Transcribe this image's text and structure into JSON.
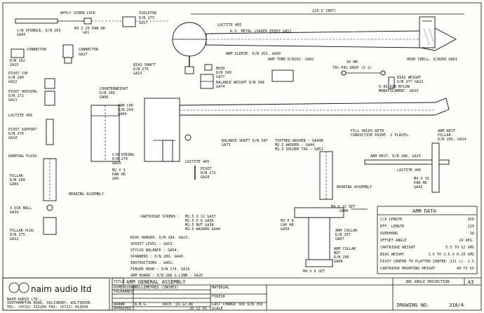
{
  "labels": {
    "apply_screw_lock": "APPLY SCREW LOCK",
    "isolator": "ISOLATOR",
    "isolator_dn": "D/N 273",
    "isolator_ga": "GA17",
    "m3_pan_hd": "M3 X 25 PAN HD",
    "m3_pan_hd_ga": "GA1",
    "ce_spindle": "C/W SPINDLE, D/N 265",
    "ce_spindle_ga": "GA05",
    "ref_dim": "224.5 (REF)",
    "loctite_top": "LOCTITE 405",
    "rs_metal": "R.S. METAL LOADED EPOXY GA51",
    "connector1": "CONNECTOR",
    "connector1_dn": "D/N 262",
    "connector1_ga": "GA15",
    "connector2": "CONNECTOR",
    "connector2_ga": "GA27",
    "arm_sleeve": "ARM SLEEVE. D/N 263, GA03",
    "arm_tube": "ARM TUBE  D/N262. GA02",
    "head_shell": "HEAD SHELL. D/N260 GA01",
    "bias_shaft": "BIAS SHAFT",
    "bias_shaft_dn": "D/N 276",
    "bias_shaft_ga": "GA13",
    "bush": "BUSH",
    "bush_dn": "D/N 349",
    "bush_ga": "GA77",
    "balance_weight": "BALANCE WEIGHT D/N 348",
    "balance_weight_ga": "GA74",
    "pivot_cup": "PIVOT CUP",
    "pivot_cup_dn": "D/N 280",
    "pivot_cup_ga": "GA22",
    "pivot_housing": "PIVOT HOUSING",
    "pivot_housing_dn": "D/N 271",
    "pivot_housing_ga": "GA11",
    "counterweight": "COUNTERWEIGHT",
    "counterweight_dn": "D/N 266",
    "counterweight_ga": "GA06",
    "tac_pac": "TAC-PAC DROP (X 2)",
    "dim_50": "50 MM",
    "bias_weight": "BIAS WEIGHT",
    "bias_weight_dn": "D/N 277  GA21",
    "nylon_mono": "0.06 DIA NYLON",
    "nylon_mono2": "MONOFILAMENT.  GA33",
    "loctite_left": "LOCTITE 405",
    "arm_cup": "ARM CUP",
    "arm_cup_dn": "D/N 264",
    "arm_cup_ga": "GA04",
    "pivot_support": "PIVOT SUPPORT",
    "pivot_support_dn": "D/N 270",
    "pivot_support_ga": "GA10",
    "damping_fluid": "DAMPING FLUID",
    "fill_holes": "FILL HOLES WITH",
    "fill_holes2": "CONDUCTIVE PAINT. 2 PLACES.",
    "arm_rest_pillar": "ARM REST",
    "arm_rest_pillar2": "PILLAR",
    "arm_rest_pillar_dn": "D/N 285, GA24",
    "balance_shaft": "BALANCE SHAFT D/N 347",
    "balance_shaft_ga": "GA73",
    "toothed_washer": "TOOTHED WASHER : GA44B",
    "m2_washer": "M2.5 WASHER : GA44",
    "m2_solder_tag": "M2.5 SOLDER TAG : GA51",
    "cw_spring": "C/W SPRING",
    "cw_spring_dn": "D/N 279",
    "cw_spring_ga": "GA20",
    "m2_pan": "M2 X 3",
    "m2_pan2": "PAN HD",
    "m2_pan_ga": "GA5",
    "loctite_mid": "LOCTITE 405",
    "pivot_mid": "PIVOT",
    "pivot_mid_dn": "D/N 272",
    "pivot_mid_ga": "GA20",
    "arm_rest": "ARM REST.  D/N  286,  GA25",
    "loctite_right": "LOCTITE 405",
    "m4_pan": "M4 X 16",
    "m4_pan2": "PAN HD",
    "m4_pan_ga": "GA42",
    "pillar": "PILLAR",
    "pillar_dn": "D/N 268",
    "pillar_ga": "GA09",
    "bearing_assembly_left": "BEARING ASSEMBLY",
    "bearing_assembly_mid": "BEARING ASSEMBLY",
    "dia_ball": "3 DIA BALL",
    "dia_ball_ga": "GA34",
    "pillar_plug": "PILLAR PLUG",
    "pillar_plug_dn": "D/N 275",
    "pillar_plug_ga": "GA12",
    "cartridge_screws": "CARTRIDGE SCREWS :",
    "cs1": "M2.5 X 12   GA37",
    "cs2": "M2.5 X 6    GA36",
    "cs3": "M2.5 NUT    GA38",
    "cs4": "M2.5 WASHER GA44",
    "m4_set": "M4 X 12 SET",
    "m4_set_ga": "GA40",
    "m3_cap": "M3 X 8",
    "m3_cap2": "CAP HD",
    "m3_cap_ga": "GA39",
    "arm_collar": "ARM COLLAR",
    "arm_collar_dn": "D/N 267",
    "arm_collar_ga": "GA07",
    "arm_collar_nut": "ARM COLLAR",
    "arm_collar_nut2": "NUT",
    "arm_collar_nut_dn": "D/N 266",
    "arm_collar_nut_ga": "GA08",
    "m4_set_bottom": "M4 X 6 SET",
    "bias_hanger": "BIAS HANGER. D/N 284. GA23.",
    "spirit_level": "SPIRIT LEVEL : GA53.",
    "stylus_balance": "STYLUS BALANCE : GA54.",
    "spanners": "SPANNERS : D/N 289. GA46.",
    "instructions": "INSTRUCTIONS : GA61.",
    "finger_hook": "FINGER HOOK : D/N 274. GA19",
    "arm_board": "ARM BOARD : D/N 288 G.LINN : GA26"
  },
  "arm_data": {
    "title": "ARM DATA",
    "rows": [
      {
        "label": "C/A LENGTH",
        "value": "250"
      },
      {
        "label": "EFF. LENGTH",
        "value": "229"
      },
      {
        "label": "OVERHANG",
        "value": "18"
      },
      {
        "label": "OFFSET ANGLE",
        "value": "24 DEG."
      },
      {
        "label": "CARTRIDGE WEIGHT",
        "value": "5.5 TO 12 GMS"
      },
      {
        "label": "BIAS WEIGHT",
        "value": "1.5 TO 2.5 X 0.25 GMS"
      },
      {
        "label": "PIVOT CENTRE TO PLATTER CENTRE",
        "value": "211 +/- 1.5"
      },
      {
        "label": "CARTRIDGE MOUNTING HEIGHT",
        "value": "40 TO 55"
      }
    ]
  },
  "title_block": {
    "logo_text": "naim audio ltd",
    "company": "NAIM AUDIO LTD.,",
    "address": "SOUTHAMPTON ROAD, SALISBURY, WILTSHIRE.",
    "phone": "TEL: (0722) 332266 FAX: (0722) 412034",
    "title_label": "TITLE",
    "title_value": "ARM GENERAL ASSEMBLY",
    "projection": "3RD ANGLE PROJECTION",
    "sheet_size": "A3",
    "drawing_label": "DRAWING NO.",
    "drawing_no": "310/4",
    "row_labels": [
      "DIMENSIONS",
      "TOLERANCE",
      "",
      "",
      "",
      "DRAWN",
      "APPROVED"
    ],
    "dimensions_value": "MILLIMETRES (INCHES)",
    "material_label": "MATERIAL",
    "finish_label": "FINISH",
    "last_change": "LAST CHANGE",
    "see_sheet": "SEE D/N 350",
    "scale_label": "SCALE",
    "drawn_by": "R.B.G.",
    "date_label": "DATE",
    "date_value": "19.12.88",
    "issue_date": "20-12-91"
  }
}
